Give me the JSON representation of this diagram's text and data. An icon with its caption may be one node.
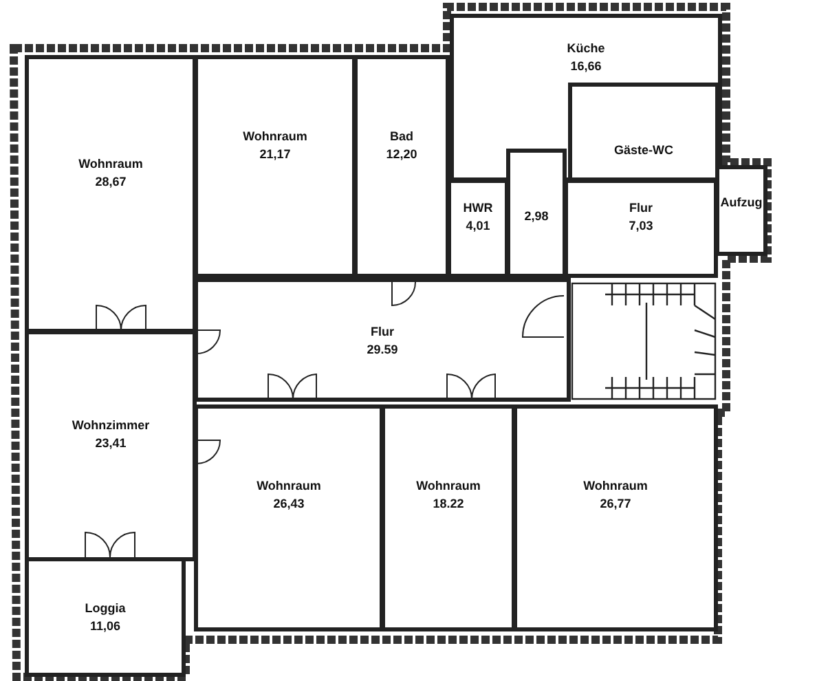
{
  "diagram": {
    "nodes": [
      {
        "text": [
          "Wohnraum",
          "28,67"
        ]
      },
      {
        "text": [
          "Wohnraum",
          "21,17"
        ]
      },
      {
        "text": [
          "Bad",
          "12,20"
        ]
      },
      {
        "text": [
          "Küche",
          "16,66"
        ]
      },
      {
        "text": [
          "Gäste-WC"
        ],
        "in": 3
      },
      {
        "text": [
          "HWR",
          "4,01"
        ]
      },
      {
        "text": [
          "2,98"
        ]
      },
      {
        "text": [
          "Flur",
          "7,03"
        ]
      },
      {
        "text": [
          "Aufzug"
        ]
      },
      {
        "text": [
          "Flur",
          "29.59"
        ]
      },
      {
        "text": [
          "Wohnzimmer",
          "23,41"
        ]
      },
      {
        "text": [
          "Loggia",
          "11,06"
        ]
      },
      {
        "text": [
          "Wohnraum",
          "26,43"
        ]
      },
      {
        "text": [
          "Wohnraum",
          "18.22"
        ]
      },
      {
        "text": [
          "Wohnraum",
          "26,77"
        ]
      }
    ],
    "edges": []
  }
}
